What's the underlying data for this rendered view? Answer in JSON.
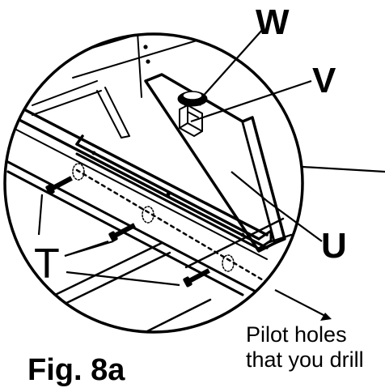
{
  "labels": {
    "w": "W",
    "v": "V",
    "u": "U",
    "t": "T"
  },
  "note": {
    "line1": "Pilot holes",
    "line2": "that you drill"
  },
  "figure_caption": "Fig. 8a"
}
